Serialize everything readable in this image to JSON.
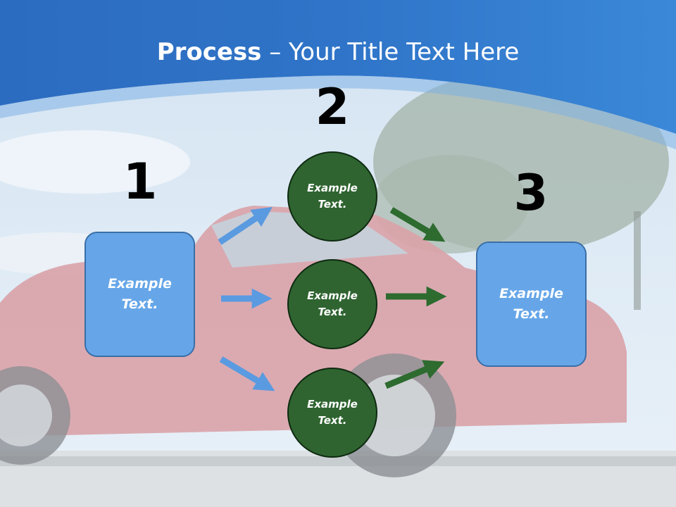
{
  "slide": {
    "title_bold": "Process",
    "title_rest": " – Your Title Text Here",
    "step_numbers": [
      "1",
      "2",
      "3"
    ],
    "left_box": {
      "text": "Example Text."
    },
    "right_box": {
      "text": "Example Text."
    },
    "circles": [
      {
        "text": "Example Text."
      },
      {
        "text": "Example Text."
      },
      {
        "text": "Example Text."
      }
    ]
  },
  "colors": {
    "header_blue": "#2f74c8",
    "box_fill": "#66a6e8",
    "circle_fill": "#2f6430",
    "blue_arrow": "#5a9ae0",
    "green_arrow": "#2d6b2f"
  }
}
